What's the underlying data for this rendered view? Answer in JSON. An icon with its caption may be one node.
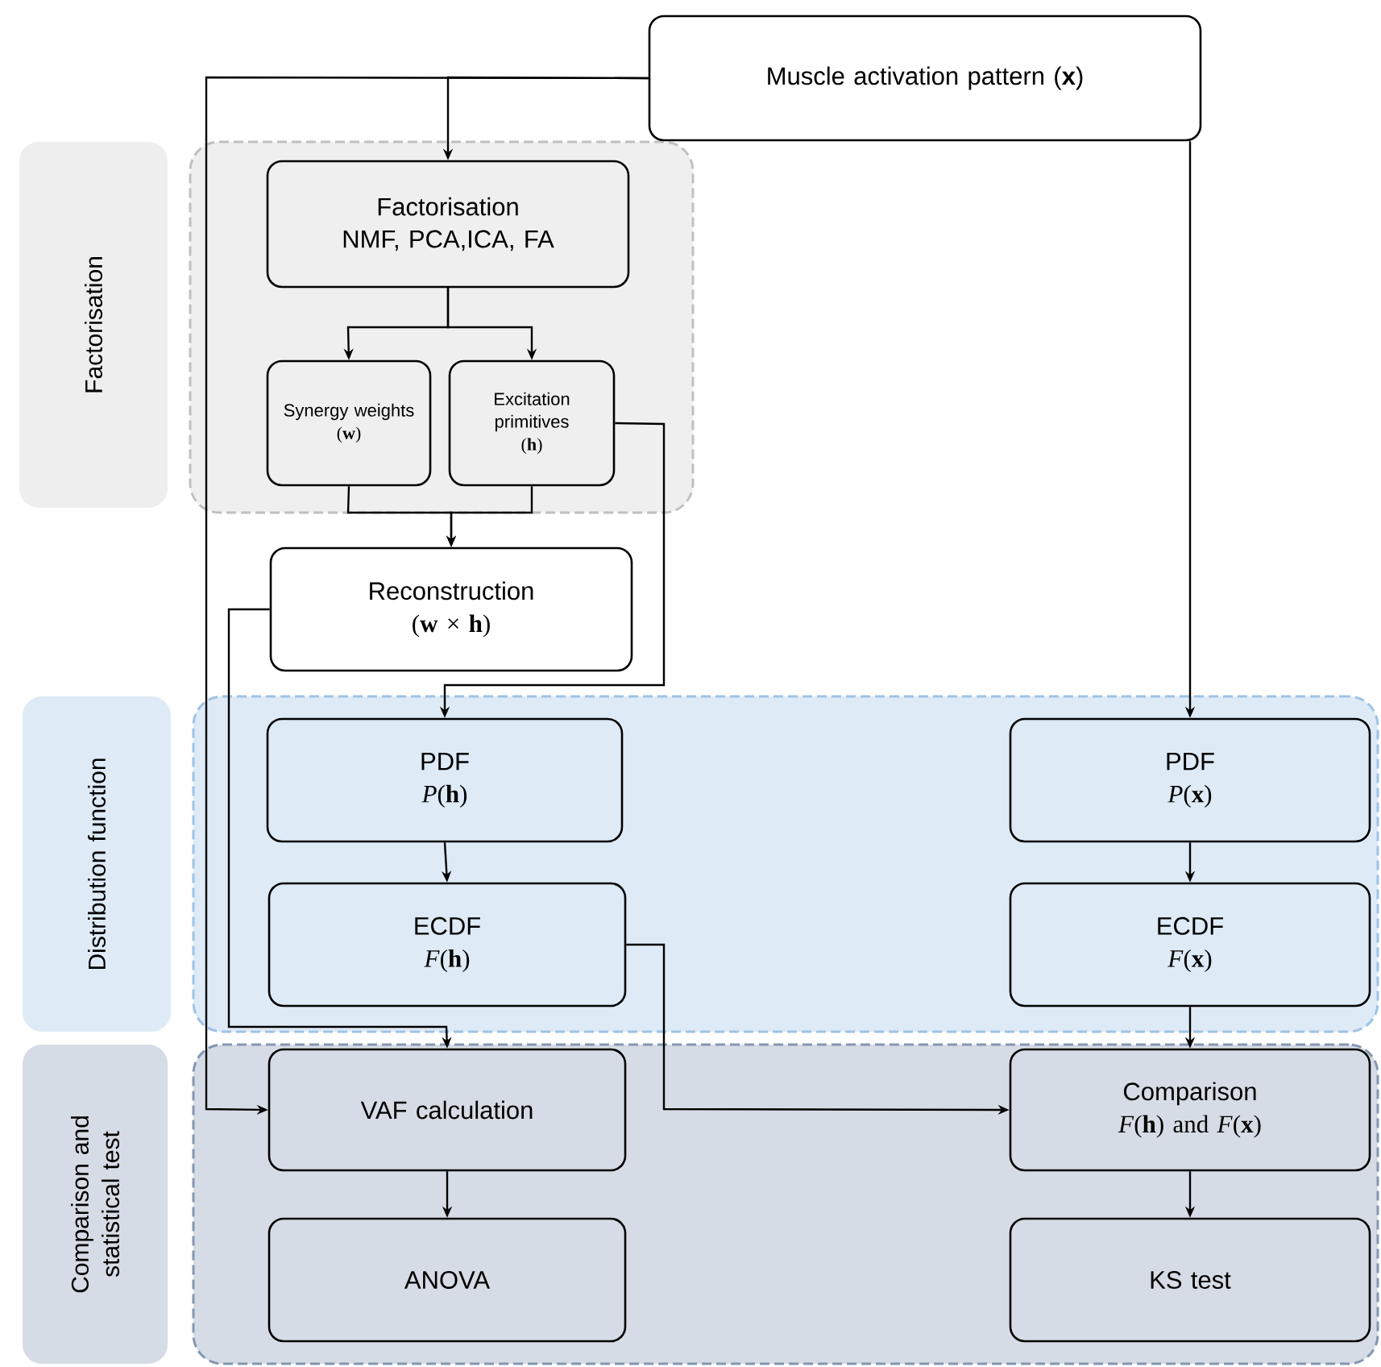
{
  "diagram": {
    "nodes": [
      {
        "text": [
          "Muscle activation pattern (**x**)"
        ]
      },
      {
        "text": [
          "Factorisation"
        ]
      },
      {
        "text": [
          "Factorisation",
          "NMF, PCA,ICA, FA"
        ],
        "in": 1
      },
      {
        "text": [
          "Synergy weights",
          "(**w**)"
        ],
        "in": 1
      },
      {
        "text": [
          "Excitation primitives",
          "(**h**)"
        ],
        "in": 1
      },
      {
        "text": [
          "Reconstruction",
          "(**w** × **h**)"
        ]
      },
      {
        "text": [
          "Distribution function"
        ]
      },
      {
        "text": [
          "PDF",
          "*P*(**h**)"
        ],
        "in": 6
      },
      {
        "text": [
          "PDF",
          "*P*(**x**)"
        ],
        "in": 6
      },
      {
        "text": [
          "ECDF",
          "*F*(**h**)"
        ],
        "in": 6
      },
      {
        "text": [
          "ECDF",
          "*F*(**x**)"
        ],
        "in": 6
      },
      {
        "text": [
          "Comparison and statistical test"
        ]
      },
      {
        "text": [
          "VAF calculation"
        ],
        "in": 11
      },
      {
        "text": [
          "Comparison",
          "*F*(**h**) and *F*(**x**)"
        ],
        "in": 11
      },
      {
        "text": [
          "ANOVA"
        ],
        "in": 11
      },
      {
        "text": [
          "KS test"
        ],
        "in": 11
      }
    ],
    "edges": [
      {
        "from": 0,
        "to": 2,
        "arrow": "to"
      },
      {
        "from": 0,
        "to": 12,
        "arrow": "to"
      },
      {
        "from": 0,
        "to": 8,
        "arrow": "to"
      },
      {
        "from": 2,
        "to": 3,
        "arrow": "to"
      },
      {
        "from": 2,
        "to": 4,
        "arrow": "to"
      },
      {
        "from": 3,
        "to": 5,
        "arrow": "to"
      },
      {
        "from": 4,
        "to": 5,
        "arrow": "to"
      },
      {
        "from": 4,
        "to": 7,
        "arrow": "to"
      },
      {
        "from": 5,
        "to": 12,
        "arrow": "to"
      },
      {
        "from": 7,
        "to": 9,
        "arrow": "to"
      },
      {
        "from": 9,
        "to": 13,
        "arrow": "to"
      },
      {
        "from": 8,
        "to": 10,
        "arrow": "to"
      },
      {
        "from": 10,
        "to": 13,
        "arrow": "to"
      },
      {
        "from": 12,
        "to": 14,
        "arrow": "to"
      },
      {
        "from": 13,
        "to": 15,
        "arrow": "to"
      }
    ]
  }
}
